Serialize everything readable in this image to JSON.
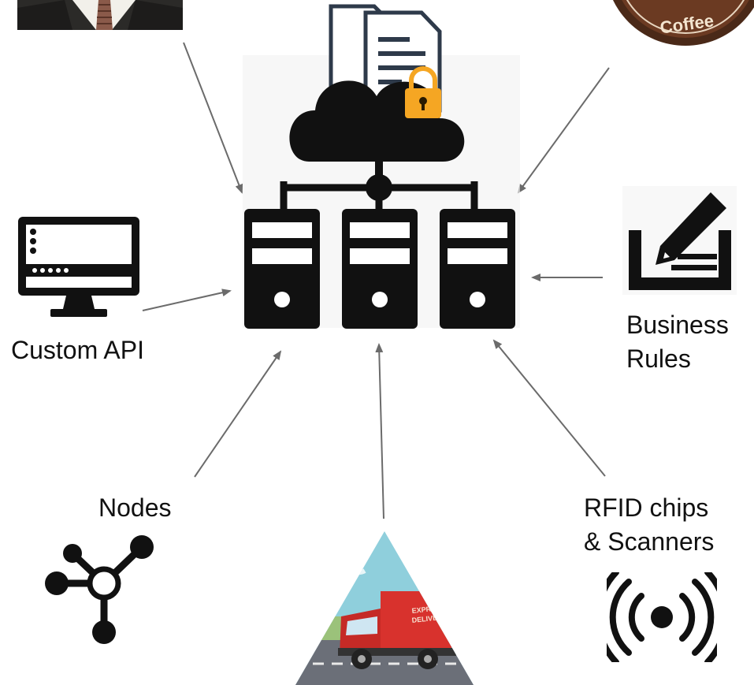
{
  "labels": {
    "custom_api": "Custom API",
    "business_rules_line1": "Business",
    "business_rules_line2": "Rules",
    "nodes": "Nodes",
    "rfid_line1": "RFID chips",
    "rfid_line2": "& Scanners",
    "coffee_badge": "Coffee",
    "truck_text_line1": "EXPRESS",
    "truck_text_line2": "DELIVERY"
  },
  "colors": {
    "icon": "#111111",
    "arrow": "#6b6b6b",
    "lock": "#f5a623",
    "truck_red": "#d8322d",
    "sky": "#7fc6d6",
    "coffee_brown": "#6b3a22"
  },
  "icons": {
    "center": "cloud-server-icon",
    "monitor": "monitor-icon",
    "signature": "signature-icon",
    "network": "network-nodes-icon",
    "rfid": "rfid-signal-icon",
    "truck": "delivery-truck-icon",
    "person": "businessman-photo",
    "coffee": "coffee-logo"
  }
}
